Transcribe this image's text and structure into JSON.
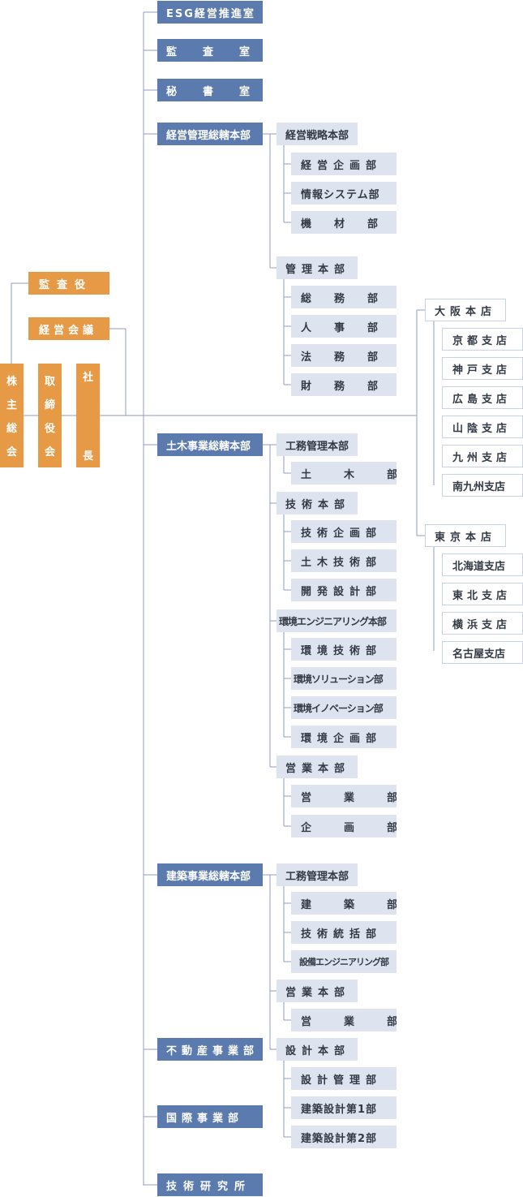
{
  "colors": {
    "executive": "#e79a46",
    "division": "#5b7bae",
    "unit": "#dde4f0",
    "branch_border": "#c9d2e2",
    "connector": "#8d9cbf"
  },
  "executive": {
    "shareholders_meeting": "株主総会",
    "board_of_directors": "取締役会",
    "president": "社長",
    "auditor": "監査役",
    "management_meeting": "経営会議"
  },
  "offices": {
    "esg": "ESG経営推進室",
    "audit": "監査室",
    "secretary": "秘書室"
  },
  "management_division": {
    "label": "経営管理総轄本部",
    "strategy_hq": {
      "label": "経営戦略本部",
      "departments": [
        "経営企画部",
        "情報システム部",
        "機材部"
      ]
    },
    "admin_hq": {
      "label": "管理本部",
      "departments": [
        "総務部",
        "人事部",
        "法務部",
        "財務部"
      ]
    }
  },
  "civil_division": {
    "label": "土木事業総轄本部",
    "construction_mgmt_hq": {
      "label": "工務管理本部",
      "departments": [
        "土木部"
      ]
    },
    "technology_hq": {
      "label": "技術本部",
      "departments": [
        "技術企画部",
        "土木技術部",
        "開発設計部"
      ]
    },
    "environment_hq": {
      "label": "環境エンジニアリング本部",
      "departments": [
        "環境技術部",
        "環境ソリューション部",
        "環境イノベーション部",
        "環境企画部"
      ]
    },
    "sales_hq": {
      "label": "営業本部",
      "departments": [
        "営業部",
        "企画部"
      ]
    }
  },
  "building_division": {
    "label": "建築事業総轄本部",
    "construction_mgmt_hq": {
      "label": "工務管理本部",
      "departments": [
        "建築部",
        "技術統括部",
        "設備エンジニアリング部"
      ]
    },
    "sales_hq": {
      "label": "営業本部",
      "departments": [
        "営業部"
      ]
    },
    "design_hq": {
      "label": "設計本部",
      "departments": [
        "設計管理部",
        "建築設計第1部",
        "建築設計第2部"
      ]
    }
  },
  "other_divisions": {
    "real_estate": "不動産事業部",
    "international": "国際事業部",
    "research": "技術研究所"
  },
  "branches": {
    "osaka": {
      "label": "大阪本店",
      "branches": [
        "京都支店",
        "神戸支店",
        "広島支店",
        "山陰支店",
        "九州支店",
        "南九州支店"
      ]
    },
    "tokyo": {
      "label": "東京本店",
      "branches": [
        "北海道支店",
        "東北支店",
        "横浜支店",
        "名古屋支店"
      ]
    }
  }
}
